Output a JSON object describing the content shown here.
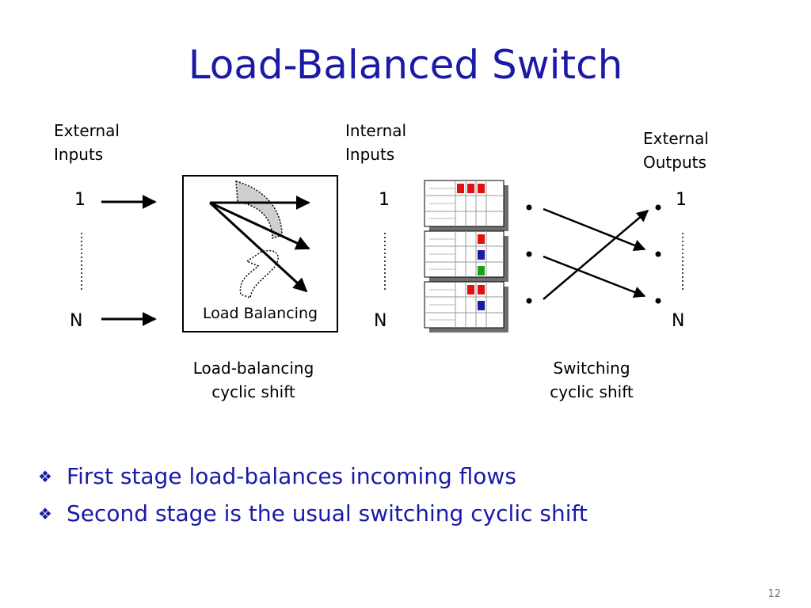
{
  "slide": {
    "title": "Load-Balanced Switch",
    "page_number": "12"
  },
  "diagram": {
    "external_inputs": {
      "line1": "External",
      "line2": "Inputs"
    },
    "internal_inputs": {
      "line1": "Internal",
      "line2": "Inputs"
    },
    "external_outputs": {
      "line1": "External",
      "line2": "Outputs"
    },
    "port_first": "1",
    "port_last": "N",
    "load_balancing_box_label": "Load Balancing",
    "stage1_caption": {
      "line1": "Load-balancing",
      "line2": "cyclic shift"
    },
    "stage2_caption": {
      "line1": "Switching",
      "line2": "cyclic shift"
    },
    "colors": {
      "red": "#e01010",
      "blue": "#1a1aa6",
      "green": "#19a019",
      "shadow": "#6e6e6e"
    }
  },
  "bullets": [
    {
      "glyph": "❖",
      "text": "First stage load-balances incoming flows"
    },
    {
      "glyph": "❖",
      "text": "Second stage is the usual switching cyclic shift"
    }
  ]
}
